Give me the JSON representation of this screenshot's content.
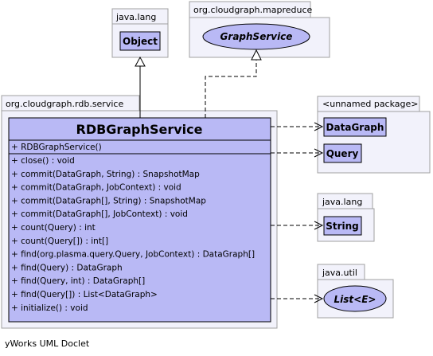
{
  "packages": {
    "java_lang_top": "java.lang",
    "mapreduce": "org.cloudgraph.mapreduce",
    "rdb_service": "org.cloudgraph.rdb.service",
    "unnamed": "<unnamed package>",
    "java_lang_bottom": "java.lang",
    "java_util": "java.util"
  },
  "classes": {
    "object": "Object",
    "graph_service": "GraphService",
    "data_graph": "DataGraph",
    "query": "Query",
    "string": "String",
    "list": "List<E>"
  },
  "main_class": {
    "name": "RDBGraphService",
    "constructors": [
      "+ RDBGraphService()"
    ],
    "methods": [
      "+ close() : void",
      "+ commit(DataGraph, String) : SnapshotMap",
      "+ commit(DataGraph, JobContext) : void",
      "+ commit(DataGraph[], String) : SnapshotMap",
      "+ commit(DataGraph[], JobContext) : void",
      "+ count(Query) : int",
      "+ count(Query[]) : int[]",
      "+ find(org.plasma.query.Query, JobContext) : DataGraph[]",
      "+ find(Query) : DataGraph",
      "+ find(Query, int) : DataGraph[]",
      "+ find(Query[]) : List<DataGraph>",
      "+ initialize() : void"
    ]
  },
  "footer": "yWorks UML Doclet"
}
